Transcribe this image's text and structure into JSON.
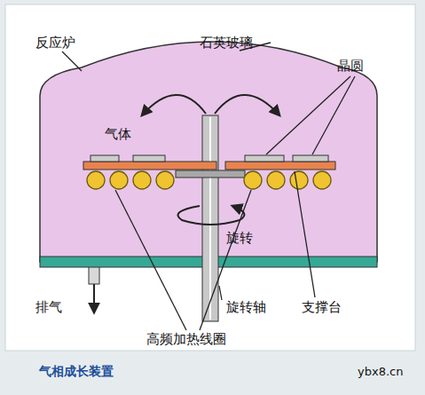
{
  "diagram": {
    "caption": "气相成长装置",
    "labels": [
      "反应炉",
      "石英玻璃",
      "晶圆",
      "气体",
      "旋转",
      "排气",
      "旋转轴",
      "高频加热线圈",
      "支撑台",
      "ybx8.cn"
    ]
  }
}
